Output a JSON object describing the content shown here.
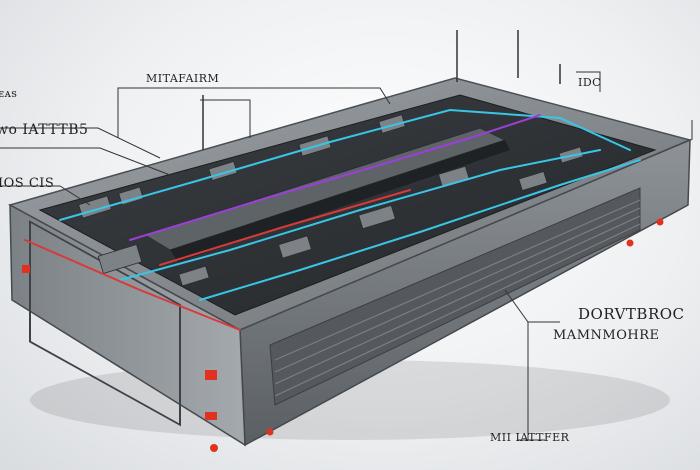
{
  "callouts": {
    "top_mid": "MITAFAIRM",
    "left_1": "ᴇᴀs",
    "left_2": "wo IATTTB5",
    "left_3": "IOS CIS",
    "top_right": "IDC",
    "right_1": "DORVTBROC",
    "right_2": "MAMNMOHRE",
    "bottom": "MII IATTFER"
  },
  "colors": {
    "chassis": "#8a8f94",
    "chassis_dark": "#4d5257",
    "board": "#2e3236",
    "trace_cyan": "#39c6e6",
    "trace_purple": "#9b3fd6",
    "trace_red": "#d63a3a",
    "marker_red": "#e0321f"
  }
}
